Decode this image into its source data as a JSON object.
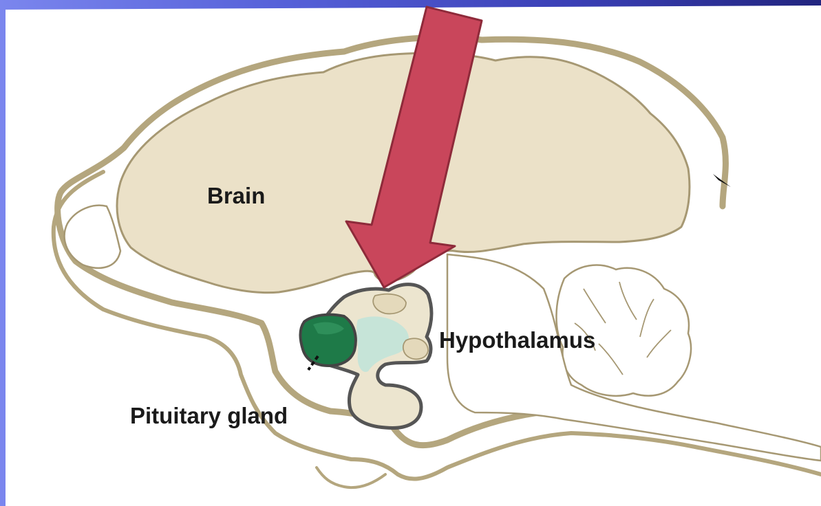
{
  "diagram": {
    "labels": {
      "brain": "Brain",
      "hypothalamus": "Hypothalamus",
      "pituitary": "Pituitary gland"
    },
    "colors": {
      "background_gradient_start": "#7b86ee",
      "background_gradient_end": "#22257f",
      "panel": "#ffffff",
      "skull_outline": "#b4a67e",
      "brain_fill": "#ebe1c8",
      "brain_stroke": "#a69873",
      "hypothalamus_fill": "#ece5cf",
      "hypothalamus_inner": "#c6e4d8",
      "pituitary_fill": "#1e7a48",
      "arrow_fill": "#c9465b",
      "arrow_stroke": "#8e2a3a"
    }
  }
}
